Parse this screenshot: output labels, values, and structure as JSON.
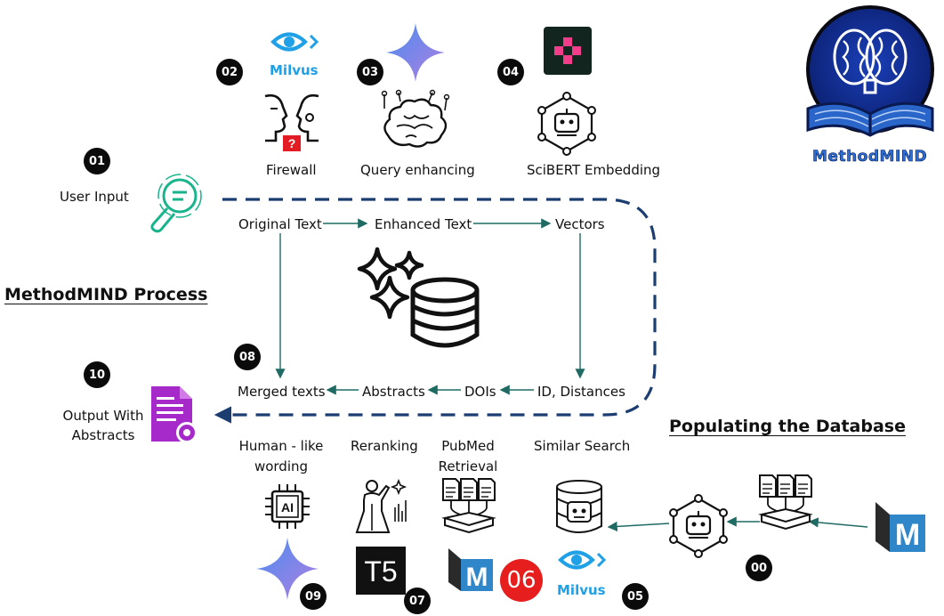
{
  "headings": {
    "process": "MethodMIND Process",
    "populating": "Populating the Database"
  },
  "logo": {
    "name": "MethodMIND"
  },
  "badges": {
    "b00": "00",
    "b01": "01",
    "b02": "02",
    "b03": "03",
    "b04": "04",
    "b05": "05",
    "b06": "06",
    "b07": "07",
    "b08": "08",
    "b09": "09",
    "b10": "10"
  },
  "stages": {
    "user_input": "User Input",
    "firewall": "Firewall",
    "query_enhancing": "Query enhancing",
    "scibert": "SciBERT Embedding",
    "output_line1": "Output With",
    "output_line2": "Abstracts",
    "human_line1": "Human  - like",
    "human_line2": "wording",
    "reranking": "Reranking",
    "pubmed_line1": "PubMed",
    "pubmed_line2": "Retrieval",
    "similar_search": "Similar Search"
  },
  "flow": {
    "original_text": "Original Text",
    "enhanced_text": "Enhanced Text",
    "vectors": "Vectors",
    "id_distances": "ID, Distances",
    "dois": "DOIs",
    "abstracts": "Abstracts",
    "merged_texts": "Merged texts"
  },
  "brands": {
    "milvus": "Milvus",
    "t5": "T5",
    "ai_chip": "AI"
  },
  "colors": {
    "loop_dash": "#1c3d70",
    "flow_arrow": "#1f6b63",
    "milvus_blue": "#20a0e6",
    "badge06": "#e61e1e",
    "gemini_from": "#4a8df0",
    "gemini_to": "#b07ee0",
    "purple_doc": "#a62ac9",
    "green_search": "#19b48c"
  },
  "icons": [
    "search-magnifier-icon",
    "milvus-eye-icon",
    "firewall-heads-icon",
    "gemini-star-icon",
    "brain-circuit-icon",
    "plus-logo-icon",
    "robot-network-icon",
    "sparkle-database-icon",
    "document-settings-icon",
    "ai-chip-icon",
    "researcher-icon",
    "documents-tray-icon",
    "database-robot-icon",
    "methodmind-m-icon",
    "t5-logo-icon",
    "brain-book-logo-icon"
  ]
}
